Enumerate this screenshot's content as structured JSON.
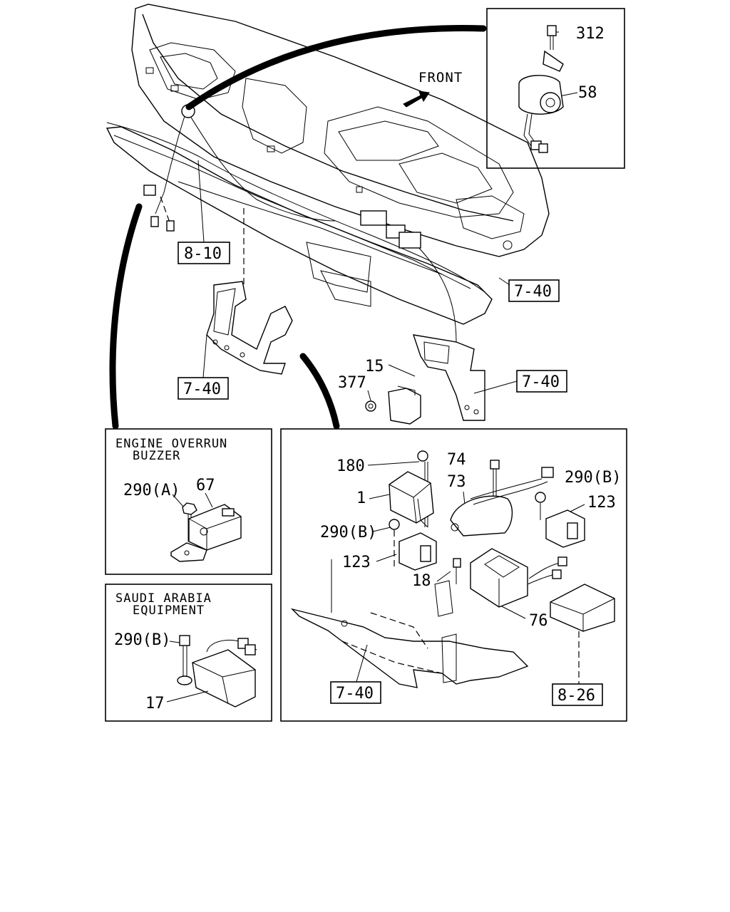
{
  "direction_label": "FRONT",
  "callouts": {
    "c312": "312",
    "c58": "58",
    "c15": "15",
    "c377": "377",
    "c180": "180",
    "c74": "74",
    "c73": "73",
    "c1": "1",
    "c290b_1": "290(B)",
    "c290b_2": "290(B)",
    "c290b_3": "290(B)",
    "c290a": "290(A)",
    "c123_1": "123",
    "c123_2": "123",
    "c18": "18",
    "c76": "76",
    "c67": "67",
    "c17": "17"
  },
  "ref_boxes": {
    "r810": "8-10",
    "r740_a": "7-40",
    "r740_b": "7-40",
    "r740_c": "7-40",
    "r740_d": "7-40",
    "r826": "8-26"
  },
  "insets": {
    "overrun_title_line1": "ENGINE OVERRUN",
    "overrun_title_line2": "BUZZER",
    "saudi_title_line1": "SAUDI ARABIA",
    "saudi_title_line2": "EQUIPMENT"
  }
}
